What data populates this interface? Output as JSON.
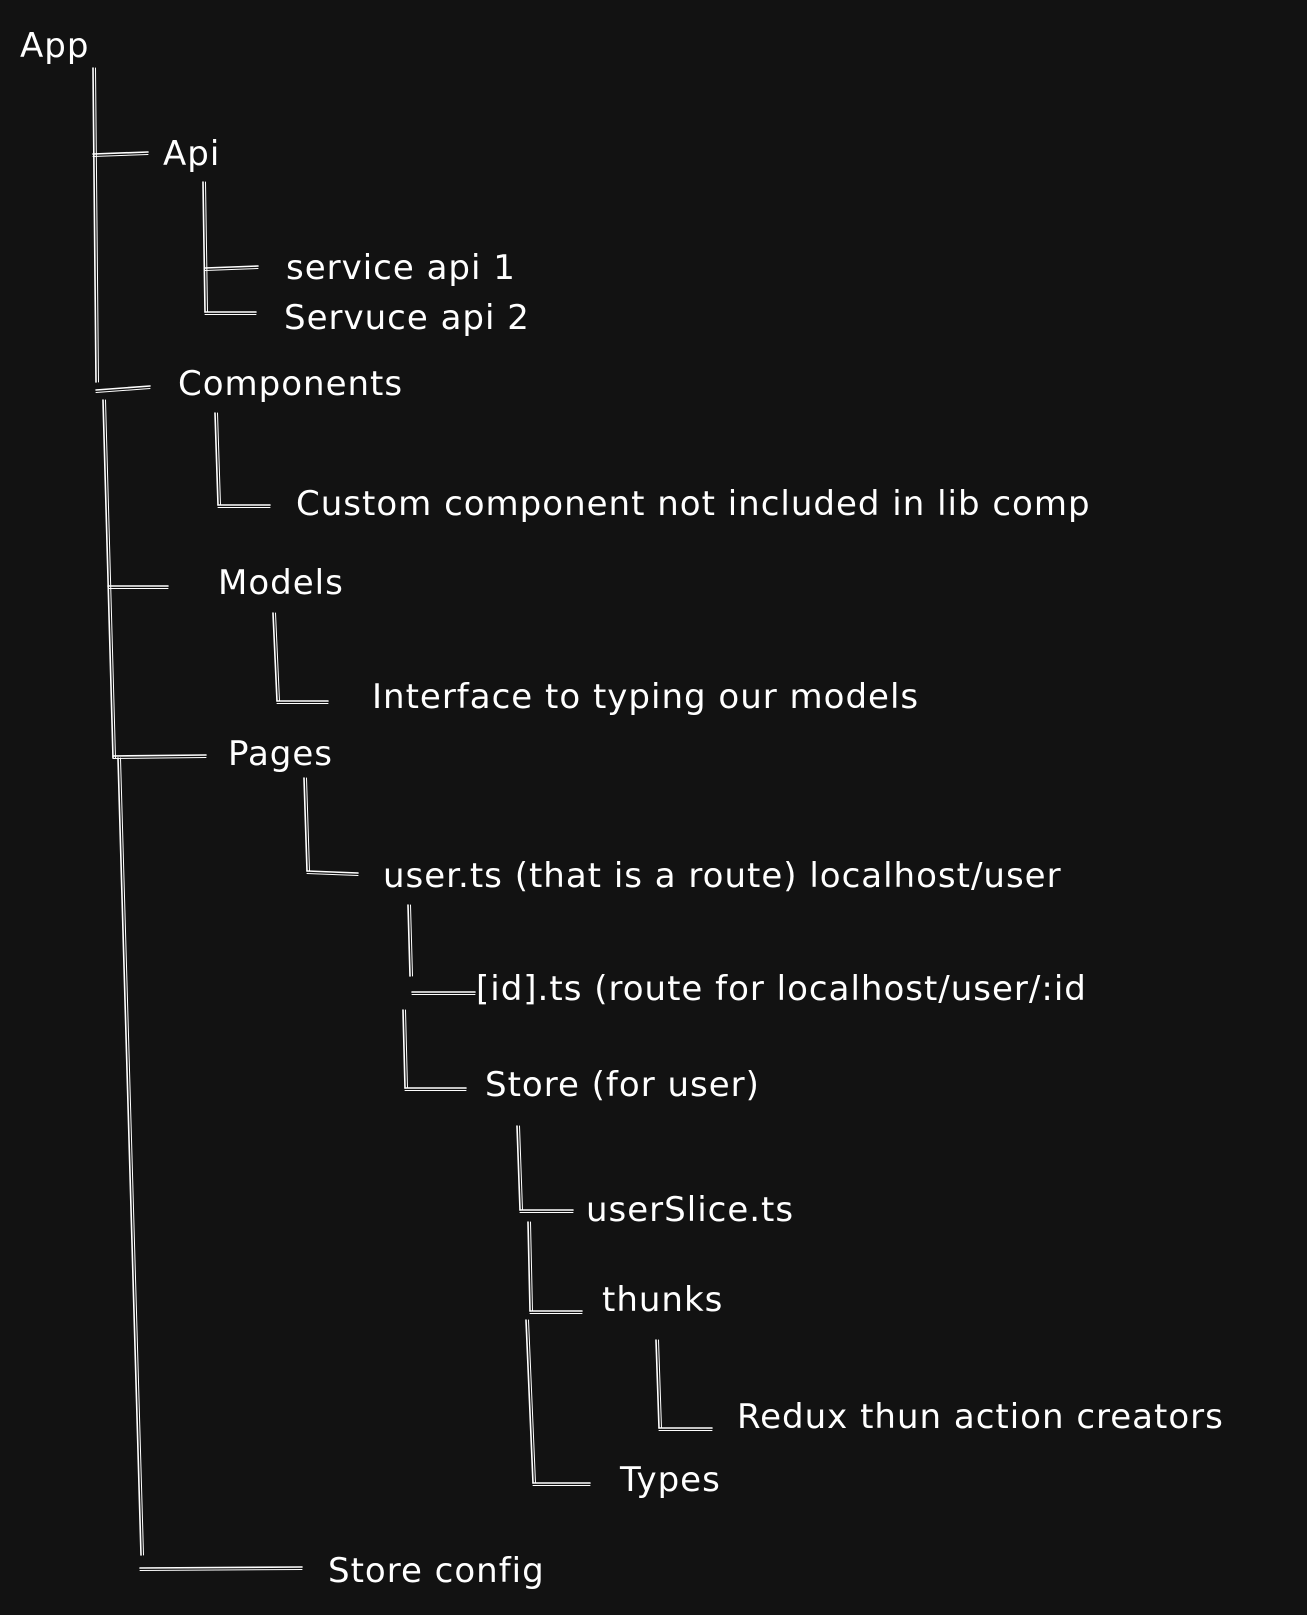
{
  "diagram": {
    "type": "tree",
    "background_color": "#121212",
    "text_color": "#ffffff",
    "line_color": "#ffffff",
    "nodes": [
      {
        "id": "app",
        "label": "App",
        "parent": null
      },
      {
        "id": "api",
        "label": "Api",
        "parent": "app"
      },
      {
        "id": "service-api-1",
        "label": "service api 1",
        "parent": "api"
      },
      {
        "id": "service-api-2",
        "label": "Servuce api 2",
        "parent": "api"
      },
      {
        "id": "components",
        "label": "Components",
        "parent": "app"
      },
      {
        "id": "custom-component",
        "label": "Custom component not included in lib comp",
        "parent": "components"
      },
      {
        "id": "models",
        "label": "Models",
        "parent": "app"
      },
      {
        "id": "interface",
        "label": "Interface to typing our models",
        "parent": "models"
      },
      {
        "id": "pages",
        "label": "Pages",
        "parent": "app"
      },
      {
        "id": "user-ts",
        "label": "user.ts (that is a route) localhost/user",
        "parent": "pages"
      },
      {
        "id": "id-ts",
        "label": "[id].ts (route for localhost/user/:id",
        "parent": "user-ts"
      },
      {
        "id": "store-user",
        "label": "Store (for user)",
        "parent": "user-ts"
      },
      {
        "id": "user-slice",
        "label": "userSlice.ts",
        "parent": "store-user"
      },
      {
        "id": "thunks",
        "label": "thunks",
        "parent": "store-user"
      },
      {
        "id": "redux-thun",
        "label": "Redux thun action creators",
        "parent": "thunks"
      },
      {
        "id": "types",
        "label": "Types",
        "parent": "store-user"
      },
      {
        "id": "store-config",
        "label": "Store config",
        "parent": "app"
      }
    ]
  }
}
